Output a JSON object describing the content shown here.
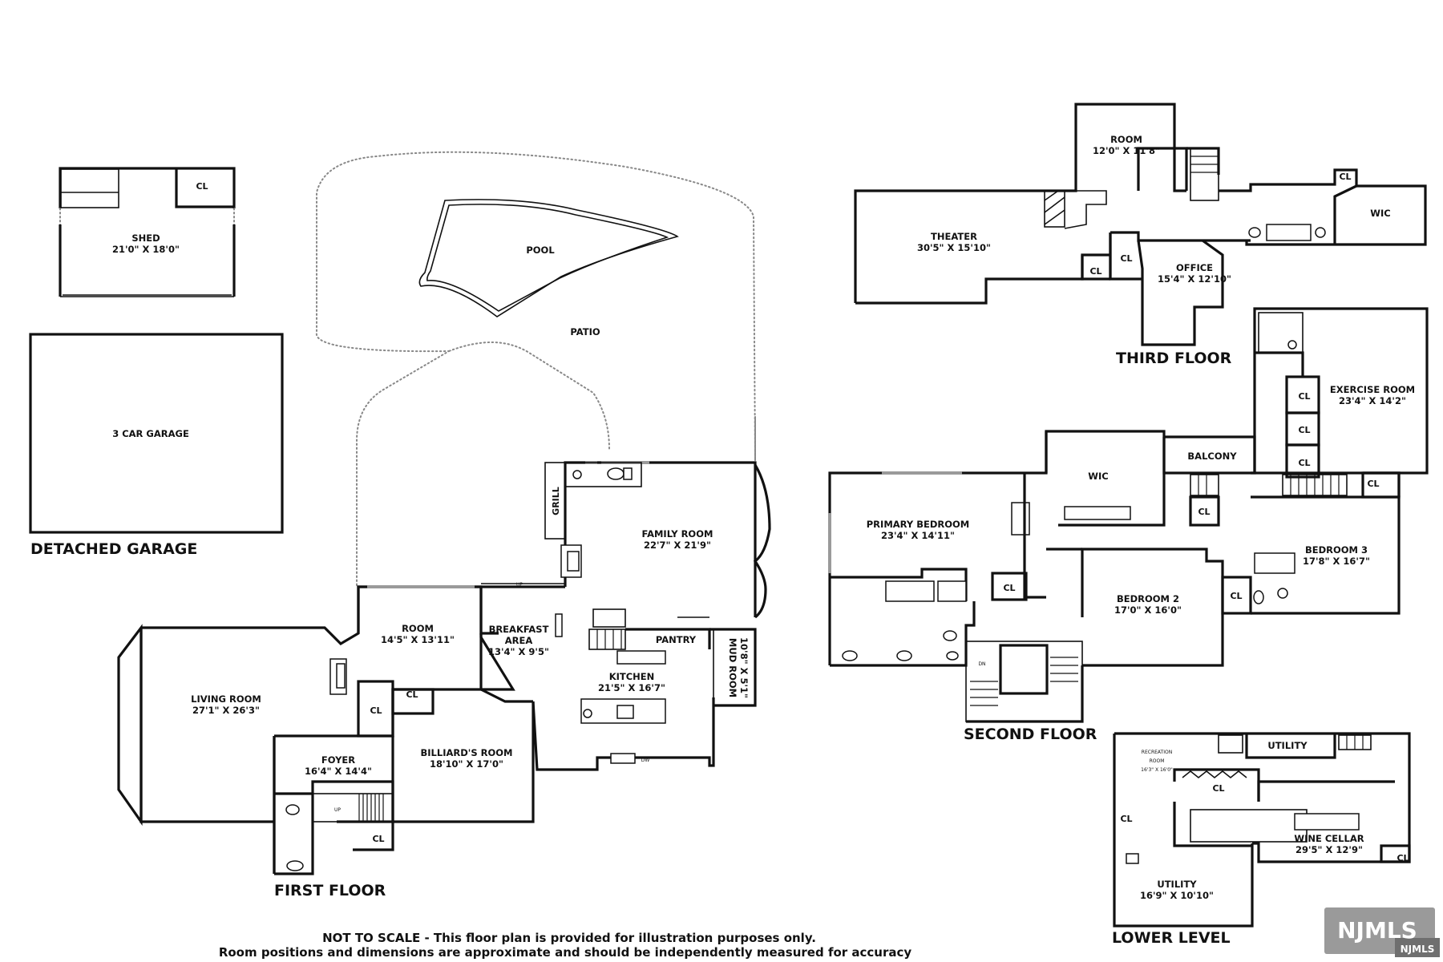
{
  "floors": {
    "first": "FIRST FLOOR",
    "second": "SECOND FLOOR",
    "third": "THIRD FLOOR",
    "lower": "LOWER LEVEL",
    "detached": "DETACHED GARAGE"
  },
  "outdoor": {
    "pool": "POOL",
    "patio": "PATIO"
  },
  "rooms": {
    "shed": {
      "name": "SHED",
      "dims": "21'0\" X 18'0\""
    },
    "garage": {
      "name": "3 CAR GARAGE"
    },
    "living": {
      "name": "LIVING ROOM",
      "dims": "27'1\" X 26'3\""
    },
    "room1": {
      "name": "ROOM",
      "dims": "14'5\" X 13'11\""
    },
    "breakfast": {
      "name1": "BREAKFAST",
      "name2": "AREA",
      "dims": "13'4\" X 9'5\""
    },
    "family": {
      "name": "FAMILY ROOM",
      "dims": "22'7\" X 21'9\""
    },
    "pantry": {
      "name": "PANTRY"
    },
    "kitchen": {
      "name": "KITCHEN",
      "dims": "21'5\" X 16'7\""
    },
    "mud": {
      "name": "MUD ROOM",
      "dims": "10'8\" X 5'1\""
    },
    "foyer": {
      "name": "FOYER",
      "dims": "16'4\" X 14'4\""
    },
    "billiard": {
      "name": "BILLIARD'S ROOM",
      "dims": "18'10\" X 17'0\""
    },
    "theater": {
      "name": "THEATER",
      "dims": "30'5\" X 15'10\""
    },
    "room3": {
      "name": "ROOM",
      "dims": "12'0\" X 11'8\""
    },
    "office": {
      "name": "OFFICE",
      "dims": "15'4\" X 12'10\""
    },
    "wic3": {
      "name": "WIC"
    },
    "exercise": {
      "name": "EXERCISE ROOM",
      "dims": "23'4\" X 14'2\""
    },
    "balcony": {
      "name": "BALCONY"
    },
    "wic2": {
      "name": "WIC"
    },
    "primary": {
      "name": "PRIMARY BEDROOM",
      "dims": "23'4\" X 14'11\""
    },
    "bed2": {
      "name": "BEDROOM 2",
      "dims": "17'0\" X 16'0\""
    },
    "bed3": {
      "name": "BEDROOM 3",
      "dims": "17'8\" X 16'7\""
    },
    "rec": {
      "name1": "RECREATION",
      "name2": "ROOM",
      "dims": "16'3\" X 16'0\""
    },
    "utility_top": {
      "name": "UTILITY"
    },
    "wine": {
      "name": "WINE CELLAR",
      "dims": "29'5\" X 12'9\""
    },
    "utility_bottom": {
      "name": "UTILITY",
      "dims": "16'9\" X 10'10\""
    }
  },
  "labels": {
    "closet": "CL",
    "grill": "GRILL",
    "dishwasher": "DW",
    "up": "UP",
    "down": "DN"
  },
  "disclaimer": {
    "line1": "NOT TO SCALE - This floor plan is provided for illustration purposes only.",
    "line2": "Room positions and dimensions are approximate and should be independently measured for accuracy"
  },
  "logo": {
    "big": "NJMLS",
    "small": "NJMLS"
  },
  "colors": {
    "wall": "#111111",
    "window": "#9a9a9a",
    "logo_bg": "#8a8a8a"
  }
}
